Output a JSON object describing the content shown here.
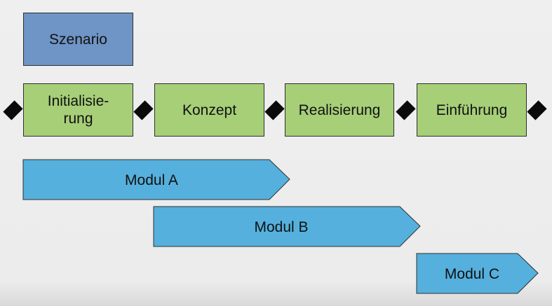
{
  "scenario": {
    "label": "Szenario"
  },
  "phases": [
    {
      "label": "Initialisie-\nrung"
    },
    {
      "label": "Konzept"
    },
    {
      "label": "Realisierung"
    },
    {
      "label": "Einführung"
    }
  ],
  "modules": [
    {
      "label": "Modul A"
    },
    {
      "label": "Modul B"
    },
    {
      "label": "Modul C"
    }
  ],
  "colors": {
    "scenario": "#6f94c6",
    "phase": "#a6cf78",
    "module": "#55b0dd",
    "milestone": "#0a0a0a"
  }
}
